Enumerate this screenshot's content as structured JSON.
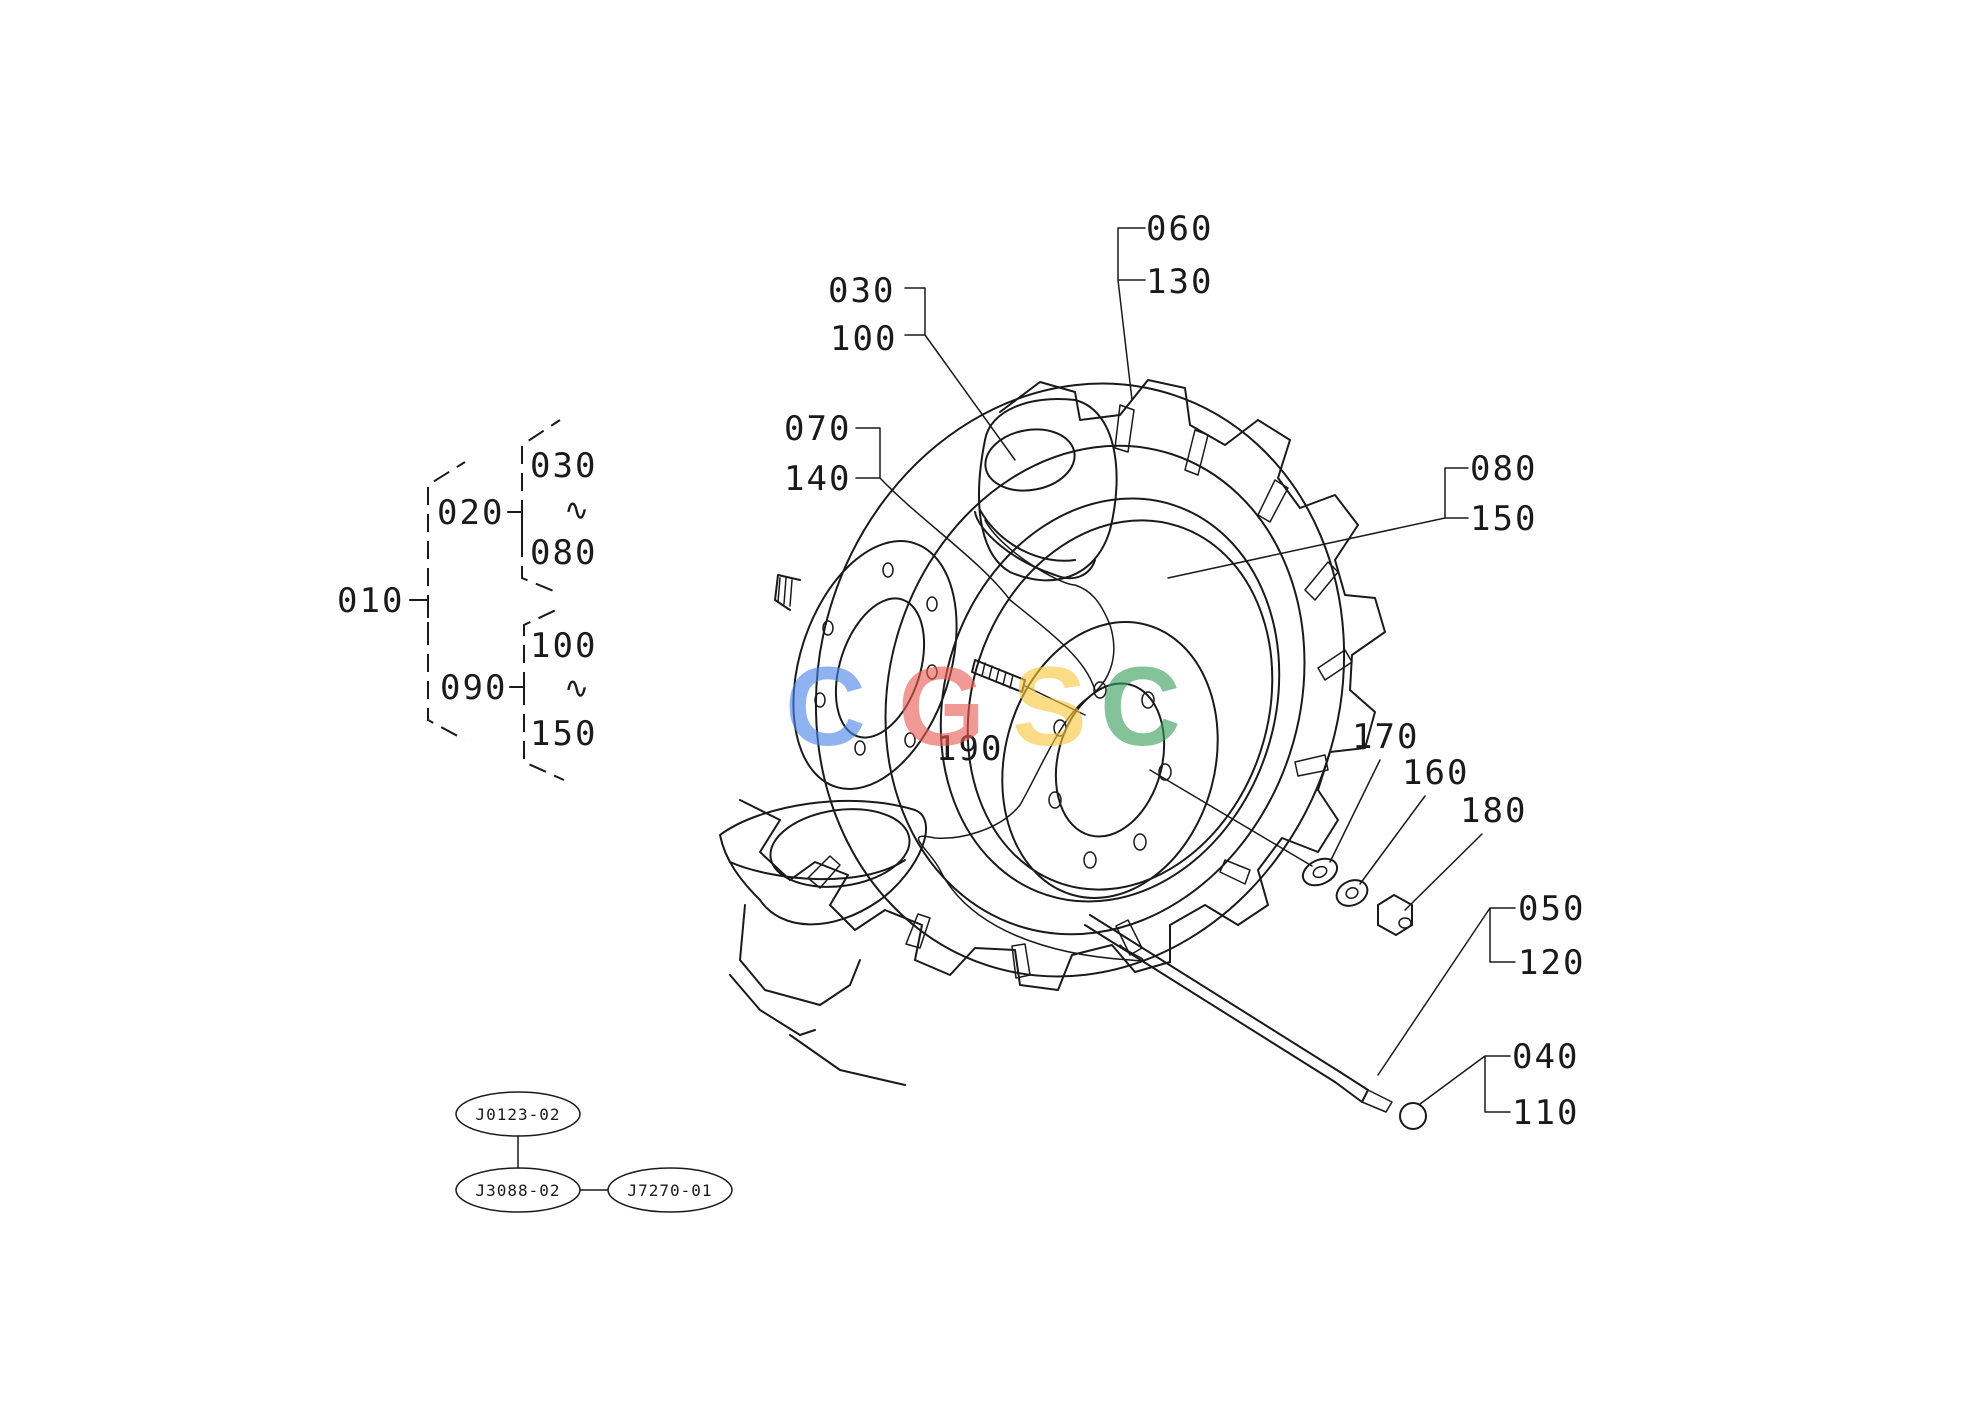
{
  "colors": {
    "line": "#1a1a1a",
    "watermark_blue": "#4a86e8",
    "watermark_red": "#ea5b53",
    "watermark_yellow": "#f7c83e",
    "watermark_green": "#3a9d5c"
  },
  "tree": {
    "root": "010",
    "group_a": "020",
    "group_a_from": "030",
    "group_a_to": "080",
    "group_b": "090",
    "group_b_from": "100",
    "group_b_to": "150",
    "range_mark": "∿"
  },
  "callouts": {
    "c030": "030",
    "c100": "100",
    "c060": "060",
    "c130": "130",
    "c070": "070",
    "c140": "140",
    "c080": "080",
    "c150": "150",
    "c190": "190",
    "c170": "170",
    "c160": "160",
    "c180": "180",
    "c050": "050",
    "c120": "120",
    "c040": "040",
    "c110": "110"
  },
  "references": {
    "top": "J0123-02",
    "bottom_left": "J3088-02",
    "bottom_right": "J7270-01"
  },
  "watermark": {
    "c1": "C",
    "g": "G",
    "s": "S",
    "c2": "C"
  }
}
